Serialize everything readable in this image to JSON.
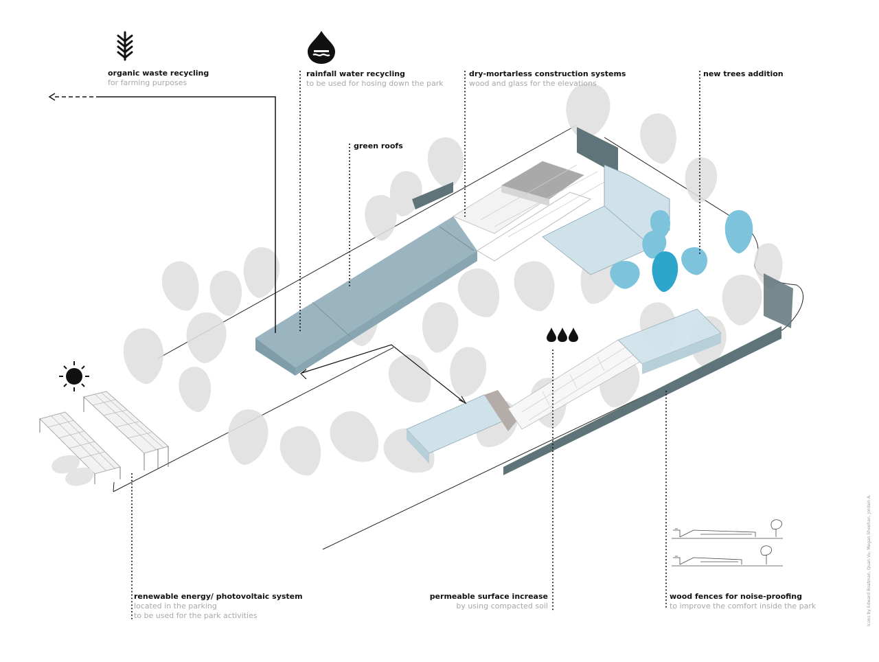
{
  "labels": {
    "organic": {
      "title": "organic waste recycling",
      "sub": "for farming purposes",
      "icon": "wheat-icon"
    },
    "rainfall": {
      "title": "rainfall water recycling",
      "sub": "to be used for hosing down the park",
      "icon": "water-drop-icon"
    },
    "construction": {
      "title": "dry-mortarless construction systems",
      "sub": "wood and glass for the elevations"
    },
    "trees": {
      "title": "new trees addition"
    },
    "green_roofs": {
      "title": "green roofs"
    },
    "energy": {
      "title": "renewable energy/ photovoltaic system",
      "sub1": "located in the parking",
      "sub2": "to be used for the park activities",
      "icon": "sun-icon"
    },
    "permeable": {
      "title": "permeable surface increase",
      "sub": "by using compacted soil",
      "icon": "raindrops-icon"
    },
    "fences": {
      "title": "wood fences for noise-proofing",
      "sub": "to improve the comfort inside the park"
    }
  },
  "credit": "Icons by Edward Boatman, Quan Vu, Megan Sheehan, Jordain A.",
  "colors": {
    "roof_blue": "#9ab4c0",
    "glass_blue": "#cfe2ea",
    "tree_grey": "#e0e0e0",
    "new_tree": "#7dc3dc",
    "new_tree_dark": "#2ea6cc",
    "fence": "#5f7479",
    "ink": "#111111",
    "muted": "#a8a8a8"
  }
}
